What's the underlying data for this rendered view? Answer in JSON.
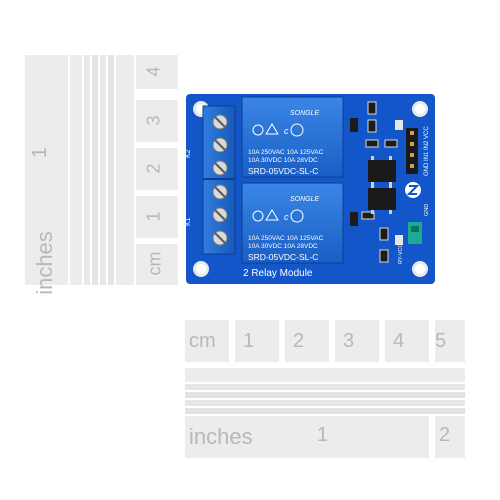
{
  "rulers": {
    "vertical_inches": {
      "unit": "inches",
      "marks": [
        "1"
      ]
    },
    "vertical_cm": {
      "unit": "cm",
      "marks": [
        "1",
        "2",
        "3",
        "4"
      ]
    },
    "horizontal_cm": {
      "unit": "cm",
      "marks": [
        "1",
        "2",
        "3",
        "4",
        "5"
      ]
    },
    "horizontal_inches": {
      "unit": "inches",
      "marks": [
        "1",
        "2"
      ]
    }
  },
  "board": {
    "title": "2 Relay Module",
    "color": "#1256c9",
    "relays": [
      {
        "brand": "SONGLE",
        "rating_line1": "10A 250VAC  10A 125VAC",
        "rating_line2": "10A  30VDC  10A  28VDC",
        "model": "SRD-05VDC-SL-C"
      },
      {
        "brand": "SONGLE",
        "rating_line1": "10A 250VAC  10A 125VAC",
        "rating_line2": "10A  30VDC  10A  28VDC",
        "model": "SRD-05VDC-SL-C"
      }
    ],
    "silkscreen": {
      "k2": "K2",
      "k1": "K1",
      "header": "GND IN1 IN2 VCC",
      "jumper": "RY-VCC",
      "jd_gnd": "GND"
    }
  }
}
